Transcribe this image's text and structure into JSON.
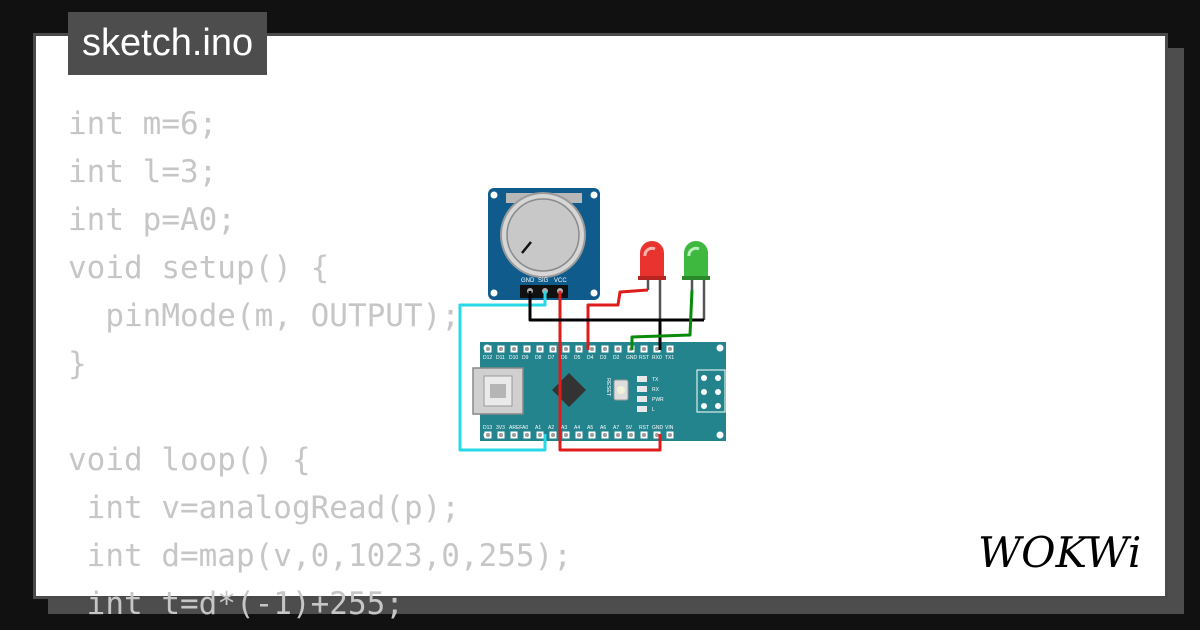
{
  "file_tab": {
    "title": "sketch.ino"
  },
  "code": {
    "lines": [
      "int m=6;",
      "int l=3;",
      "int p=A0;",
      "void setup() {",
      "  pinMode(m, OUTPUT);",
      "}",
      "",
      "void loop() {",
      " int v=analogRead(p);",
      " int d=map(v,0,1023,0,255);",
      " int t=d*(-1)+255;"
    ]
  },
  "potentiometer": {
    "pin_labels": [
      "GND",
      "SIG",
      "VCC"
    ]
  },
  "arduino": {
    "top_pins": [
      "D12",
      "D11",
      "D10",
      "D9",
      "D8",
      "D7",
      "D6",
      "D5",
      "D4",
      "D3",
      "D2",
      "GND",
      "RST",
      "RX0",
      "TX1"
    ],
    "bottom_pins": [
      "D13",
      "3V3",
      "AREF",
      "A0",
      "A1",
      "A2",
      "A3",
      "A4",
      "A5",
      "A6",
      "A7",
      "5V",
      "RST",
      "GND",
      "VIN"
    ],
    "reset_label": "RESET",
    "led_labels": [
      "TX",
      "RX",
      "PWR",
      "L"
    ]
  },
  "leds": [
    {
      "name": "red",
      "color": "#e8332e"
    },
    {
      "name": "green",
      "color": "#3fb83f"
    }
  ],
  "wires": {
    "colors": {
      "cyan": "#27d9e6",
      "red": "#e01b1b",
      "black": "#000000",
      "green": "#0a8a0a"
    }
  },
  "brand": {
    "logo": "WOKWi"
  }
}
